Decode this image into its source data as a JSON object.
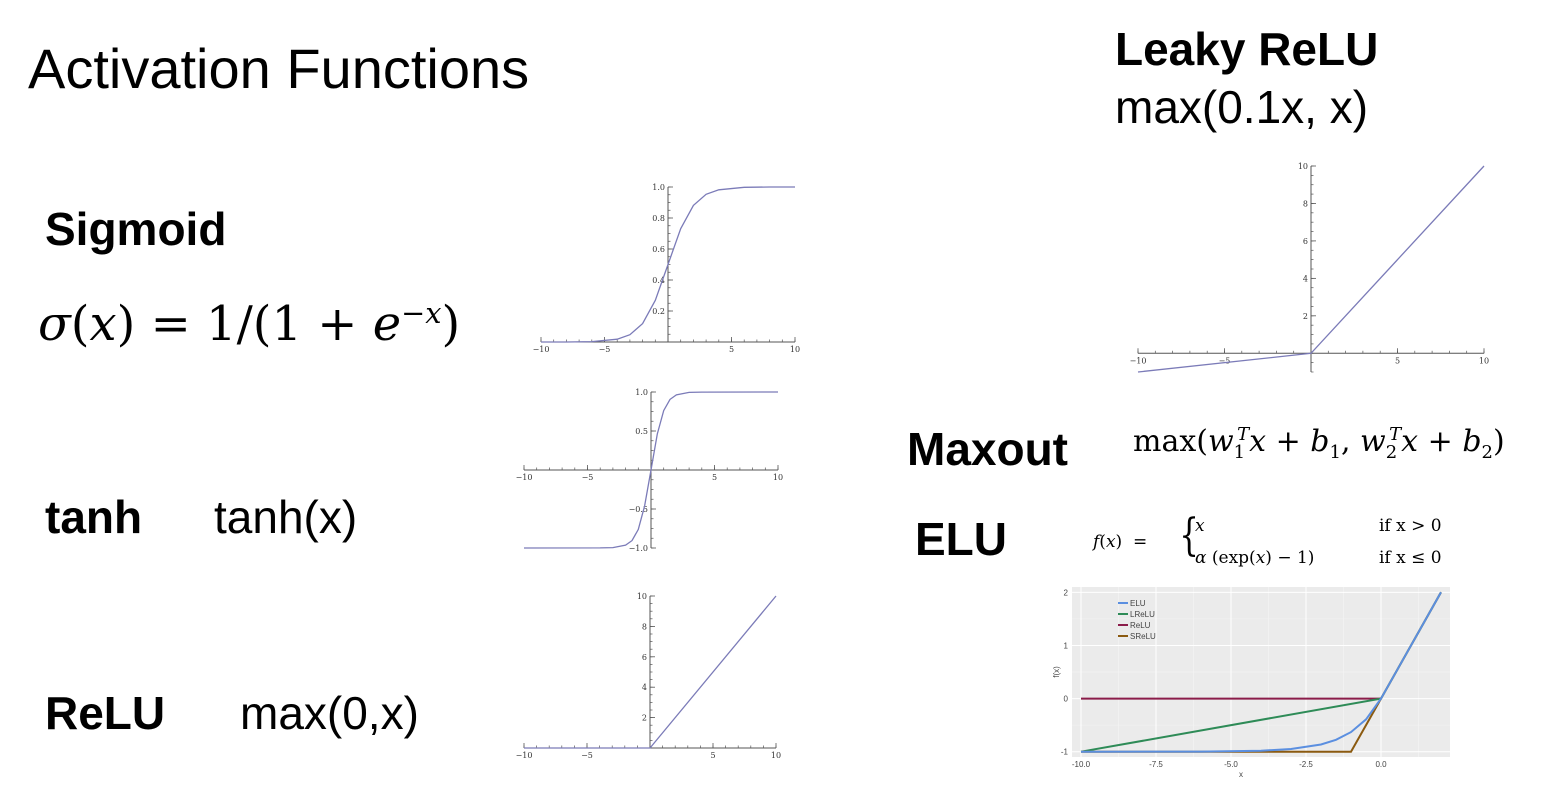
{
  "title": "Activation Functions",
  "sigmoid": {
    "name": "Sigmoid"
  },
  "tanh": {
    "name": "tanh",
    "formula": "tanh(x)"
  },
  "relu": {
    "name": "ReLU",
    "formula": "max(0,x)"
  },
  "leaky": {
    "name": "Leaky ReLU",
    "formula": "max(0.1x, x)"
  },
  "maxout": {
    "name": "Maxout"
  },
  "elu": {
    "name": "ELU",
    "case1_cond": "if x > 0",
    "case2_cond": "if x ≤ 0",
    "xlabel": "x",
    "ylabel": "f(x)",
    "legend": [
      "ELU",
      "LReLU",
      "ReLU",
      "SReLU"
    ]
  },
  "colors": {
    "curve": "#7b7bb8",
    "elu": "#5b8fe0",
    "lrelu": "#2e8b57",
    "relu": "#8b1c4a",
    "srelu": "#8b5a10",
    "grid_bg": "#ebebeb"
  },
  "chart_data": [
    {
      "type": "line",
      "series": [
        {
          "x": [
            -10,
            -8,
            -6,
            -4,
            -3,
            -2,
            -1,
            0,
            1,
            2,
            3,
            4,
            6,
            8,
            10
          ],
          "y": [
            0.0,
            0.0003,
            0.0025,
            0.018,
            0.047,
            0.119,
            0.269,
            0.5,
            0.731,
            0.881,
            0.953,
            0.982,
            0.998,
            0.9997,
            1.0
          ]
        }
      ],
      "xlim": [
        -10,
        10
      ],
      "ylim": [
        0,
        1.0
      ],
      "xticks": [
        -10,
        -5,
        5,
        10
      ],
      "yticks": [
        0.2,
        0.4,
        0.6,
        0.8,
        1.0
      ],
      "xtick_labels": [
        "−10",
        "−5",
        "5",
        "10"
      ],
      "ytick_labels": [
        "0.2",
        "0.4",
        "0.6",
        "0.8",
        "1.0"
      ]
    },
    {
      "type": "line",
      "series": [
        {
          "x": [
            -10,
            -4,
            -3,
            -2,
            -1.5,
            -1,
            -0.5,
            0,
            0.5,
            1,
            1.5,
            2,
            3,
            4,
            10
          ],
          "y": [
            -1,
            -0.999,
            -0.995,
            -0.964,
            -0.905,
            -0.762,
            -0.462,
            0,
            0.462,
            0.762,
            0.905,
            0.964,
            0.995,
            0.999,
            1
          ]
        }
      ],
      "xlim": [
        -10,
        10
      ],
      "ylim": [
        -1,
        1
      ],
      "xticks": [
        -10,
        -5,
        5,
        10
      ],
      "yticks": [
        -1.0,
        -0.5,
        0.5,
        1.0
      ],
      "xtick_labels": [
        "−10",
        "−5",
        "5",
        "10"
      ],
      "ytick_labels": [
        "−1.0",
        "−0.5",
        "0.5",
        "1.0"
      ]
    },
    {
      "type": "line",
      "series": [
        {
          "x": [
            -10,
            0,
            10
          ],
          "y": [
            0,
            0,
            10
          ]
        }
      ],
      "xlim": [
        -10,
        10
      ],
      "ylim": [
        0,
        10
      ],
      "xticks": [
        -10,
        -5,
        5,
        10
      ],
      "yticks": [
        2,
        4,
        6,
        8,
        10
      ],
      "xtick_labels": [
        "−10",
        "−5",
        "5",
        "10"
      ],
      "ytick_labels": [
        "2",
        "4",
        "6",
        "8",
        "10"
      ]
    },
    {
      "type": "line",
      "series": [
        {
          "x": [
            -10,
            0,
            10
          ],
          "y": [
            -1,
            0,
            10
          ]
        }
      ],
      "xlim": [
        -10,
        10
      ],
      "ylim": [
        -1,
        10
      ],
      "xticks": [
        -10,
        -5,
        5,
        10
      ],
      "yticks": [
        2,
        4,
        6,
        8,
        10
      ],
      "xtick_labels": [
        "−10",
        "−5",
        "5",
        "10"
      ],
      "ytick_labels": [
        "2",
        "4",
        "6",
        "8",
        "10"
      ]
    },
    {
      "type": "line",
      "series": [
        {
          "name": "ELU",
          "x": [
            -10,
            -6,
            -4,
            -3,
            -2,
            -1.5,
            -1,
            -0.5,
            0,
            2
          ],
          "y": [
            -1,
            -0.998,
            -0.982,
            -0.95,
            -0.865,
            -0.777,
            -0.632,
            -0.393,
            0,
            2
          ]
        },
        {
          "name": "LReLU",
          "x": [
            -10,
            0,
            2
          ],
          "y": [
            -1,
            0,
            2
          ]
        },
        {
          "name": "ReLU",
          "x": [
            -10,
            0
          ],
          "y": [
            0,
            0
          ]
        },
        {
          "name": "SReLU",
          "x": [
            -10,
            -1,
            0,
            2
          ],
          "y": [
            -1,
            -1,
            0,
            2
          ]
        }
      ],
      "xlim": [
        -10,
        2
      ],
      "ylim": [
        -1,
        2
      ],
      "xticks": [
        -10.0,
        -7.5,
        -5.0,
        -2.5,
        0.0
      ],
      "yticks": [
        -1,
        0,
        1,
        2
      ],
      "xtick_labels": [
        "-10.0",
        "-7.5",
        "-5.0",
        "-2.5",
        "0.0"
      ],
      "ytick_labels": [
        "-1",
        "0",
        "1",
        "2"
      ],
      "grid": true,
      "legend": "top-left"
    }
  ]
}
